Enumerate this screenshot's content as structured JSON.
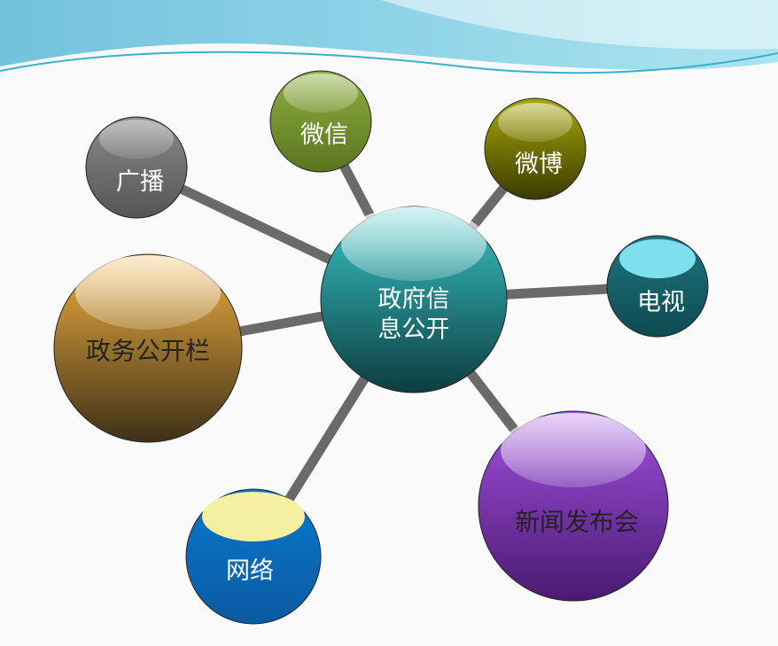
{
  "center": {
    "label_line1": "政府信",
    "label_line2": "息公开"
  },
  "nodes": {
    "weixin": "微信",
    "guangbo": "广播",
    "weibo": "微博",
    "dianshi": "电视",
    "zhengwu": "政务公开栏",
    "wangluo": "网络",
    "xinwen": "新闻发布会"
  },
  "colors": {
    "center": "#2aa6a8",
    "weixin": "#7b9633",
    "guangbo": "#7a7a7a",
    "weibo": "#8c8c06",
    "dianshi": "#17606c",
    "zhengwu": "#b08a3a",
    "wangluo": "#0a6fc0",
    "xinwen": "#8a3fc8"
  }
}
